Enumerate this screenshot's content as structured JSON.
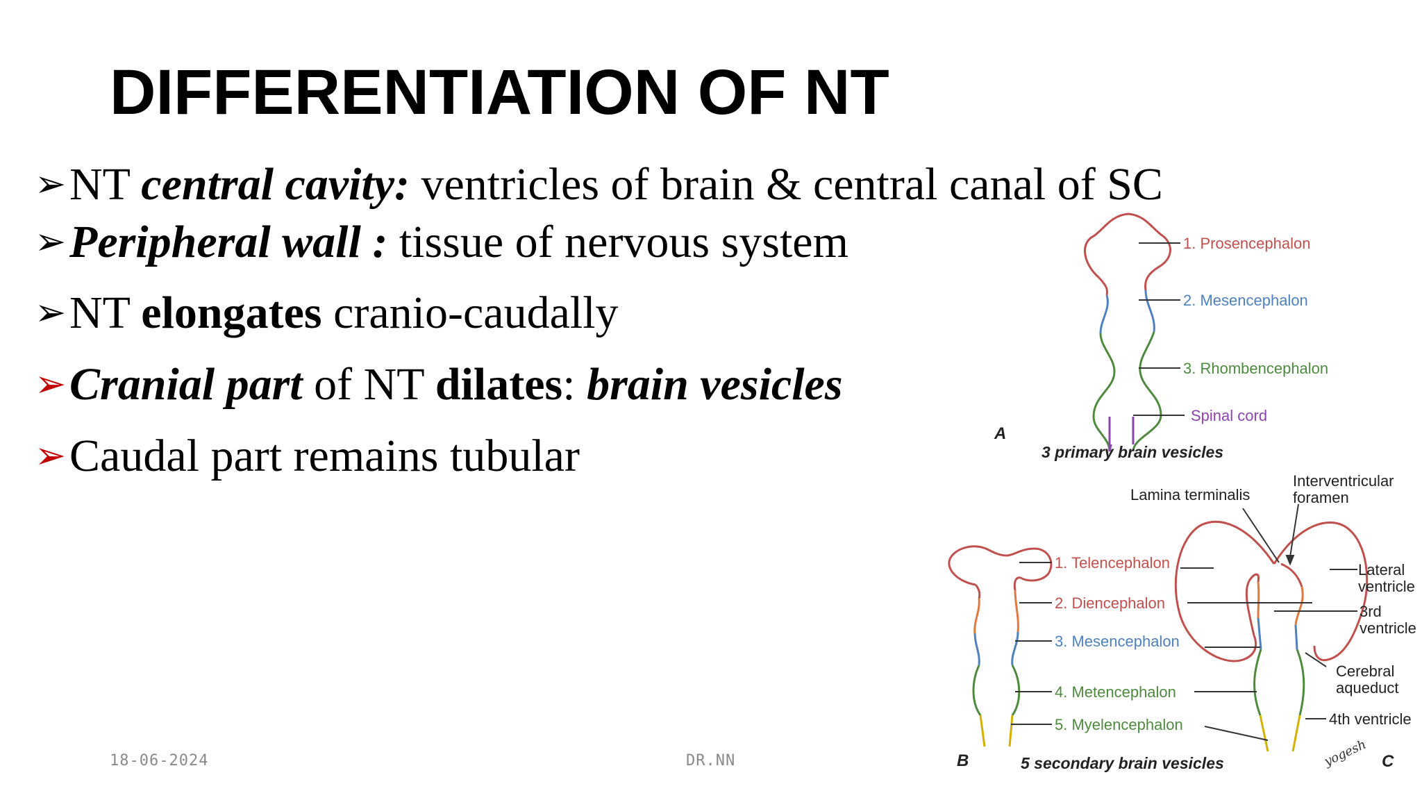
{
  "slide": {
    "title": "DIFFERENTIATION OF NT",
    "bullets": [
      {
        "parts": [
          {
            "text": "NT "
          },
          {
            "text": "central cavity:",
            "bold": true,
            "italic": true
          },
          {
            "text": " ventricles of brain & central canal of SC"
          }
        ]
      },
      {
        "parts": [
          {
            "text": "Peripheral wall :",
            "bold": true,
            "italic": true
          },
          {
            "text": " tissue of nervous system"
          }
        ]
      },
      {
        "parts": [
          {
            "text": "NT "
          },
          {
            "text": "elongates",
            "bold": true
          },
          {
            "text": " cranio-caudally"
          }
        ]
      },
      {
        "parts": [
          {
            "text": "Cranial part",
            "bold": true,
            "italic": true
          },
          {
            "text": " of NT "
          },
          {
            "text": "dilates",
            "bold": true
          },
          {
            "text": ": "
          },
          {
            "text": "brain vesicles",
            "bold": true,
            "italic": true
          }
        ]
      },
      {
        "parts": [
          {
            "text": "Caudal part remains tubular"
          }
        ]
      }
    ],
    "footer_date": "18-06-2024",
    "footer_author": "DR.NN"
  },
  "figure": {
    "panel_a": {
      "letter": "A",
      "caption": "3 primary brain vesicles",
      "labels": [
        "1. Prosencephalon",
        "2. Mesencephalon",
        "3. Rhombencephalon",
        "Spinal cord"
      ]
    },
    "panel_b": {
      "letter": "B",
      "caption": "5 secondary brain vesicles",
      "labels": [
        "1. Telencephalon",
        "2. Diencephalon",
        "3. Mesencephalon",
        "4. Metencephalon",
        "5. Myelencephalon"
      ]
    },
    "panel_c": {
      "letter": "C",
      "labels": [
        "Lamina terminalis",
        "Interventricular",
        "foramen",
        "Lateral",
        "ventricle",
        "3rd",
        "ventricle",
        "Cerebral",
        "aqueduct",
        "4th ventricle"
      ],
      "signature": "yogesh"
    },
    "colors": {
      "prosencephalon": "#c0504d",
      "mesencephalon": "#4f81bd",
      "rhombencephalon": "#4e8a3e",
      "spinal_cord": "#8e44ad",
      "myelencephalon": "#d4b000",
      "leader": "#333333"
    }
  }
}
